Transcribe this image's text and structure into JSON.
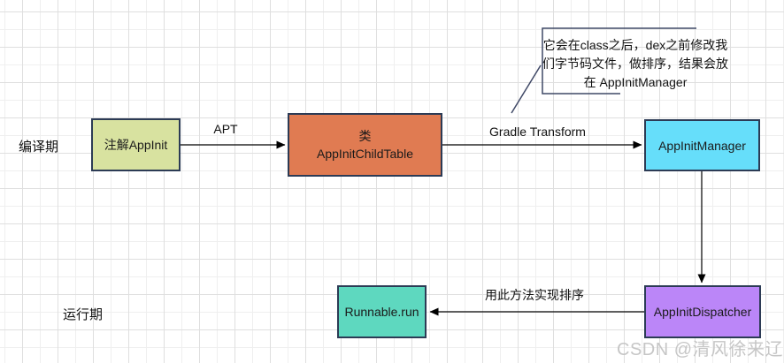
{
  "colors": {
    "border": "#2c3b55",
    "note": "#3f4866",
    "green": "#d8e2a0",
    "orange": "#e07b52",
    "cyan": "#66defa",
    "purple": "#bb86f8",
    "teal": "#5ed8bf",
    "arrow": "#000000",
    "watermark": "#c6c6c6"
  },
  "stage_labels": {
    "compile": "编译期",
    "runtime": "运行期"
  },
  "nodes": {
    "annotation": {
      "label": "注解AppInit"
    },
    "child_table": {
      "line1": "类",
      "line2": "AppInitChildTable"
    },
    "manager": {
      "label": "AppInitManager"
    },
    "dispatcher": {
      "label": "AppInitDispatcher"
    },
    "runnable": {
      "label": "Runnable.run"
    }
  },
  "edges": {
    "apt": "APT",
    "gradle": "Gradle Transform",
    "sort": "用此方法实现排序"
  },
  "note": {
    "line1": "它会在class之后，dex之前修改我",
    "line2": "们字节码文件，做排序，结果会放",
    "line3": "在 AppInitManager"
  },
  "watermark": "CSDN @清风徐来辽"
}
